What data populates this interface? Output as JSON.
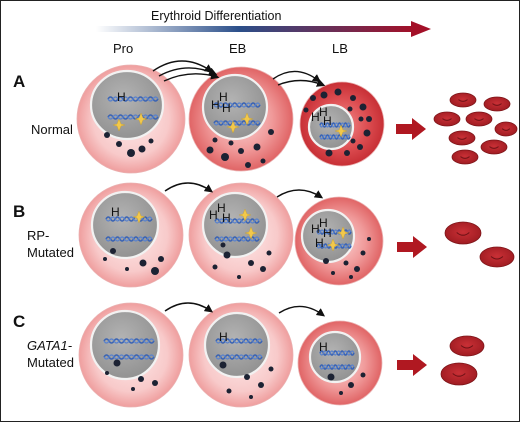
{
  "title": "Erythroid Differentiation",
  "stages": [
    "Pro",
    "EB",
    "LB"
  ],
  "rows": [
    {
      "letter": "A",
      "label_lines": [
        "Normal"
      ],
      "italic_first_line": false
    },
    {
      "letter": "B",
      "label_lines": [
        "RP-",
        "Mutated"
      ],
      "italic_first_line": false
    },
    {
      "letter": "C",
      "label_lines": [
        "GATA1-",
        "Mutated"
      ],
      "italic_first_line": true
    }
  ],
  "marks": {
    "histone": "H"
  },
  "colors": {
    "gradient_start": "#ffffff",
    "gradient_mid": "#2b4f8a",
    "gradient_end": "#a31028",
    "cytoplasm": "#f3b6b6",
    "cytoplasm_dark": "#d94a4f",
    "nucleus": "#a3a3a3",
    "dna": "#3a63b3",
    "rbc": "#c0272d",
    "rbc_edge": "#7d1519",
    "arrow": "#b01821",
    "granule": "#1c2233"
  }
}
